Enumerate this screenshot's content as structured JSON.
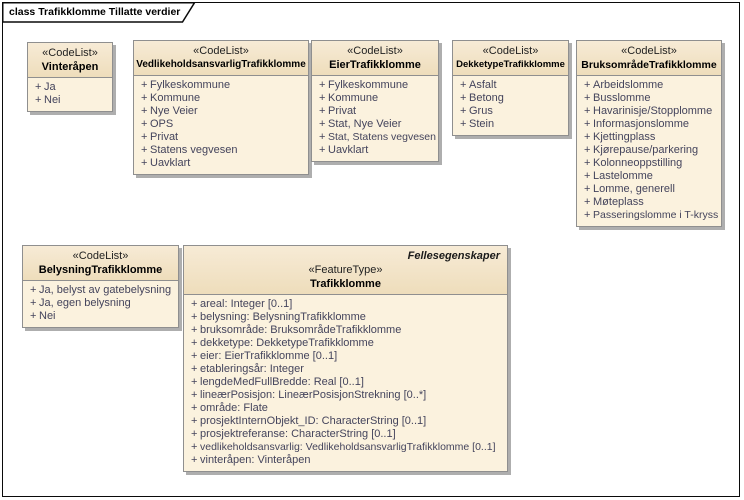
{
  "frame": {
    "label": "class Trafikklomme Tillatte verdier"
  },
  "colors": {
    "header_fill_top": "#f7ebd6",
    "header_fill_bottom": "#eeddbb",
    "body_fill": "#fbf2de",
    "box_border": "#8f8f8f",
    "shadow": "#aeaeae",
    "attr_text": "#44445c",
    "title_text": "#000000",
    "frame_border": "#0a0a0a"
  },
  "boxes": [
    {
      "stereotype": "«CodeList»",
      "name": "Vinteråpen",
      "attributes": [
        "Ja",
        "Nei"
      ]
    },
    {
      "stereotype": "«CodeList»",
      "name": "VedlikeholdsansvarligTrafikklomme",
      "attributes": [
        "Fylkeskommune",
        "Kommune",
        "Nye Veier",
        "OPS",
        "Privat",
        "Statens vegvesen",
        "Uavklart"
      ]
    },
    {
      "stereotype": "«CodeList»",
      "name": "EierTrafikklomme",
      "attributes": [
        "Fylkeskommune",
        "Kommune",
        "Privat",
        "Stat, Nye Veier",
        "Stat, Statens vegvesen",
        "Uavklart"
      ]
    },
    {
      "stereotype": "«CodeList»",
      "name": "DekketypeTrafikklomme",
      "attributes": [
        "Asfalt",
        "Betong",
        "Grus",
        "Stein"
      ]
    },
    {
      "stereotype": "«CodeList»",
      "name": "BruksområdeTrafikklomme",
      "attributes": [
        "Arbeidslomme",
        "Busslomme",
        "Havarinisje/Stopplomme",
        "Informasjonslomme",
        "Kjettingplass",
        "Kjørepause/parkering",
        "Kolonneoppstilling",
        "Lastelomme",
        "Lomme, generell",
        "Møteplass",
        "Passeringslomme i T-kryss"
      ]
    },
    {
      "stereotype": "«CodeList»",
      "name": "BelysningTrafikklomme",
      "attributes": [
        "Ja, belyst av gatebelysning",
        "Ja, egen belysning",
        "Nei"
      ]
    }
  ],
  "feature_box": {
    "package_label": "Fellesegenskaper",
    "stereotype": "«FeatureType»",
    "name": "Trafikklomme",
    "attributes": [
      "areal: Integer [0..1]",
      "belysning: BelysningTrafikklomme",
      "bruksområde: BruksområdeTrafikklomme",
      "dekketype: DekketypeTrafikklomme",
      "eier: EierTrafikklomme [0..1]",
      "etableringsår: Integer",
      "lengdeMedFullBredde: Real [0..1]",
      "lineærPosisjon: LineærPosisjonStrekning [0..*]",
      "område: Flate",
      "prosjektInternObjekt_ID: CharacterString [0..1]",
      "prosjektreferanse: CharacterString [0..1]",
      "vedlikeholdsansvarlig: VedlikeholdsansvarligTrafikklomme [0..1]",
      "vinteråpen: Vinteråpen"
    ]
  }
}
